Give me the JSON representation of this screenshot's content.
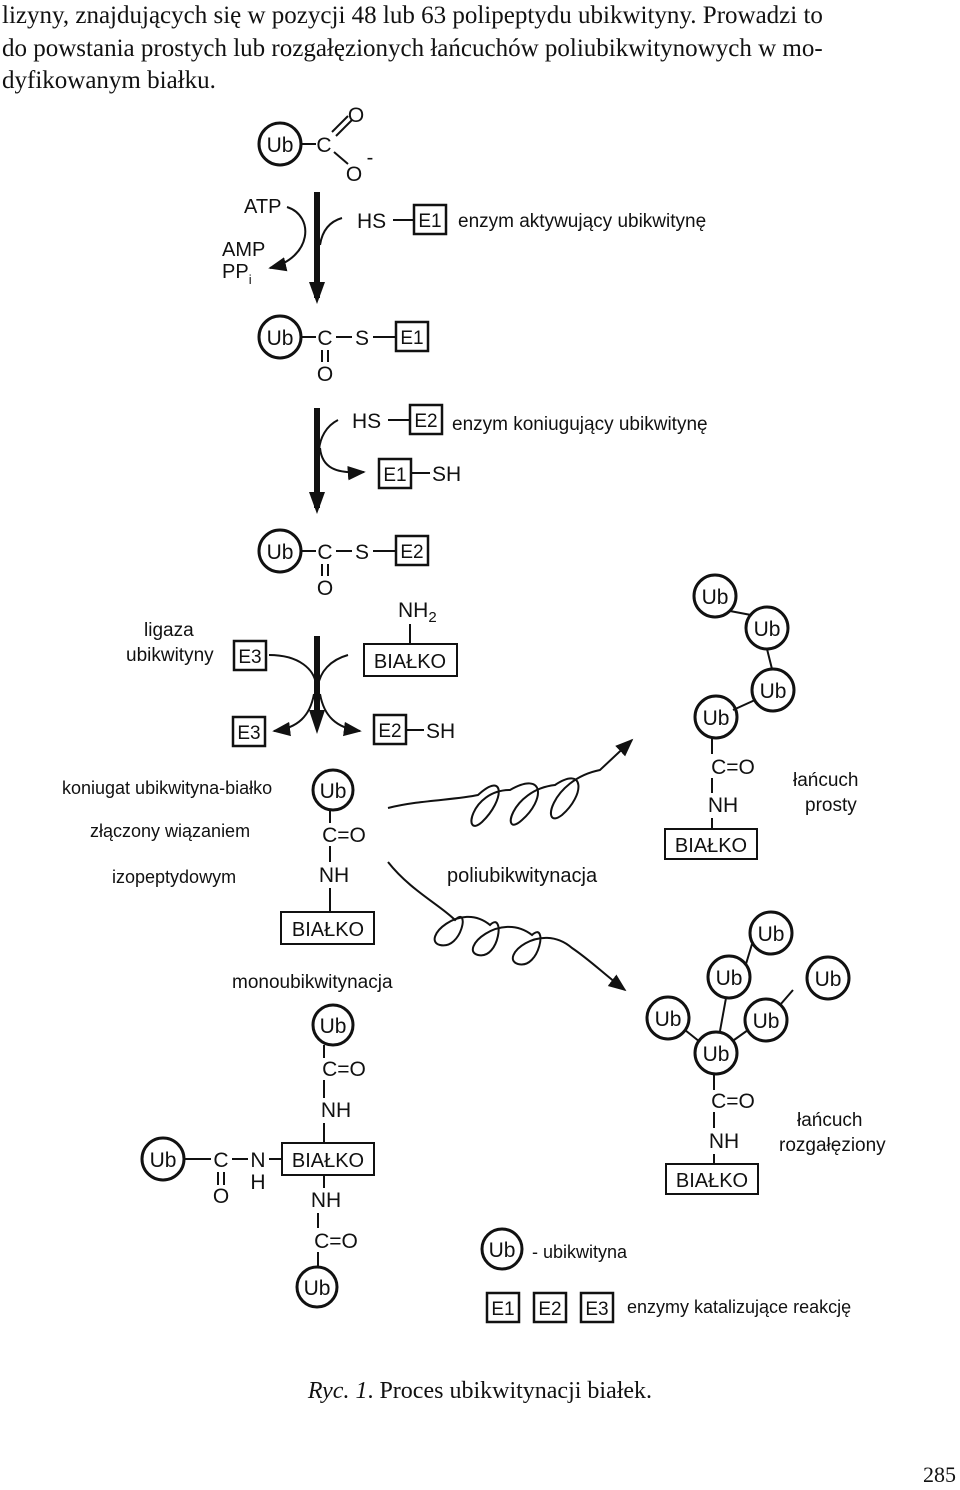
{
  "intro_lines": [
    "lizyny, znajdujących się w pozycji 48 lub 63 polipeptydu ubikwityny. Prowadzi to",
    "do powstania prostych lub rozgałęzionych łańcuchów poliubikwitynowych w mo-",
    "dyfikowanym białku."
  ],
  "diagram": {
    "ub": "Ub",
    "e1": "E1",
    "e2": "E2",
    "e3": "E3",
    "protein": "BIAŁKO",
    "atoms": {
      "C": "C",
      "O": "O",
      "S": "S",
      "H": "H",
      "N": "N",
      "HS": "HS",
      "SH": "SH",
      "NH": "NH",
      "CO": "C=O",
      "minus": "-",
      "NH2_base": "NH",
      "NH2_sub": "2"
    },
    "step1": {
      "atp": "ATP",
      "amp": "AMP",
      "ppi_base": "PP",
      "ppi_sub": "i",
      "enzyme_label": "enzym aktywujący ubikwitynę"
    },
    "step2": {
      "enzyme_label": "enzym koniugujący ubikwitynę"
    },
    "step3": {
      "ligase_line1": "ligaza",
      "ligase_line2": "ubikwityny"
    },
    "conjugate": {
      "line1": "koniugat ubikwityna-białko",
      "line2": "złączony wiązaniem",
      "line3": "izopeptydowym"
    },
    "poly_label": "poliubikwitynacja",
    "mono_label": "monoubikwitynacja",
    "straight_line1": "łańcuch",
    "straight_line2": "prosty",
    "branched_line1": "łańcuch",
    "branched_line2": "rozgałęziony",
    "legend": {
      "ub_text": "- ubikwityna",
      "enzymes_text": "enzymy katalizujące reakcję"
    }
  },
  "caption": {
    "label": "Ryc. 1",
    "text": ". Proces ubikwitynacji białek."
  },
  "page_number": "285"
}
